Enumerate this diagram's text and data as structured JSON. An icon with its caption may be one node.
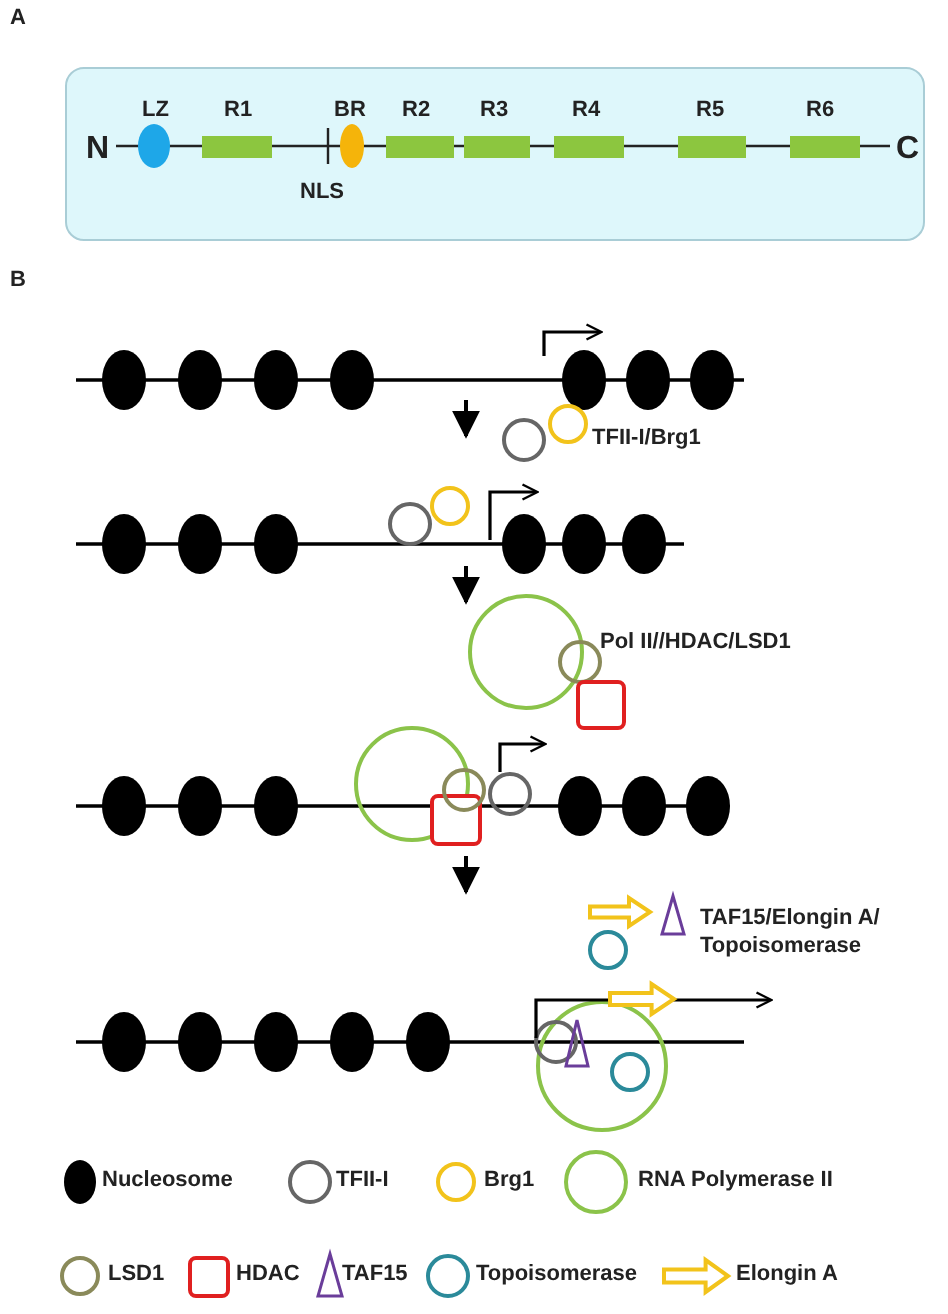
{
  "diagram": {
    "labels": [
      "A",
      "LZ",
      "R1",
      "BR",
      "R2",
      "R3",
      "R4",
      "R5",
      "R6",
      "N",
      "C",
      "NLS",
      "B",
      "TFII-I/Brg1",
      "Pol II//HDAC/LSD1",
      "TAF15/Elongin A/ Topoisomerase"
    ],
    "legend": [
      {
        "text": "Nucleosome"
      },
      {
        "text": "TFII-I"
      },
      {
        "text": "Brg1"
      },
      {
        "text": "RNA Polymerase II"
      },
      {
        "text": "LSD1"
      },
      {
        "text": "HDAC"
      },
      {
        "text": "TAF15"
      },
      {
        "text": "Topoisomerase"
      },
      {
        "text": "Elongin A"
      }
    ]
  }
}
